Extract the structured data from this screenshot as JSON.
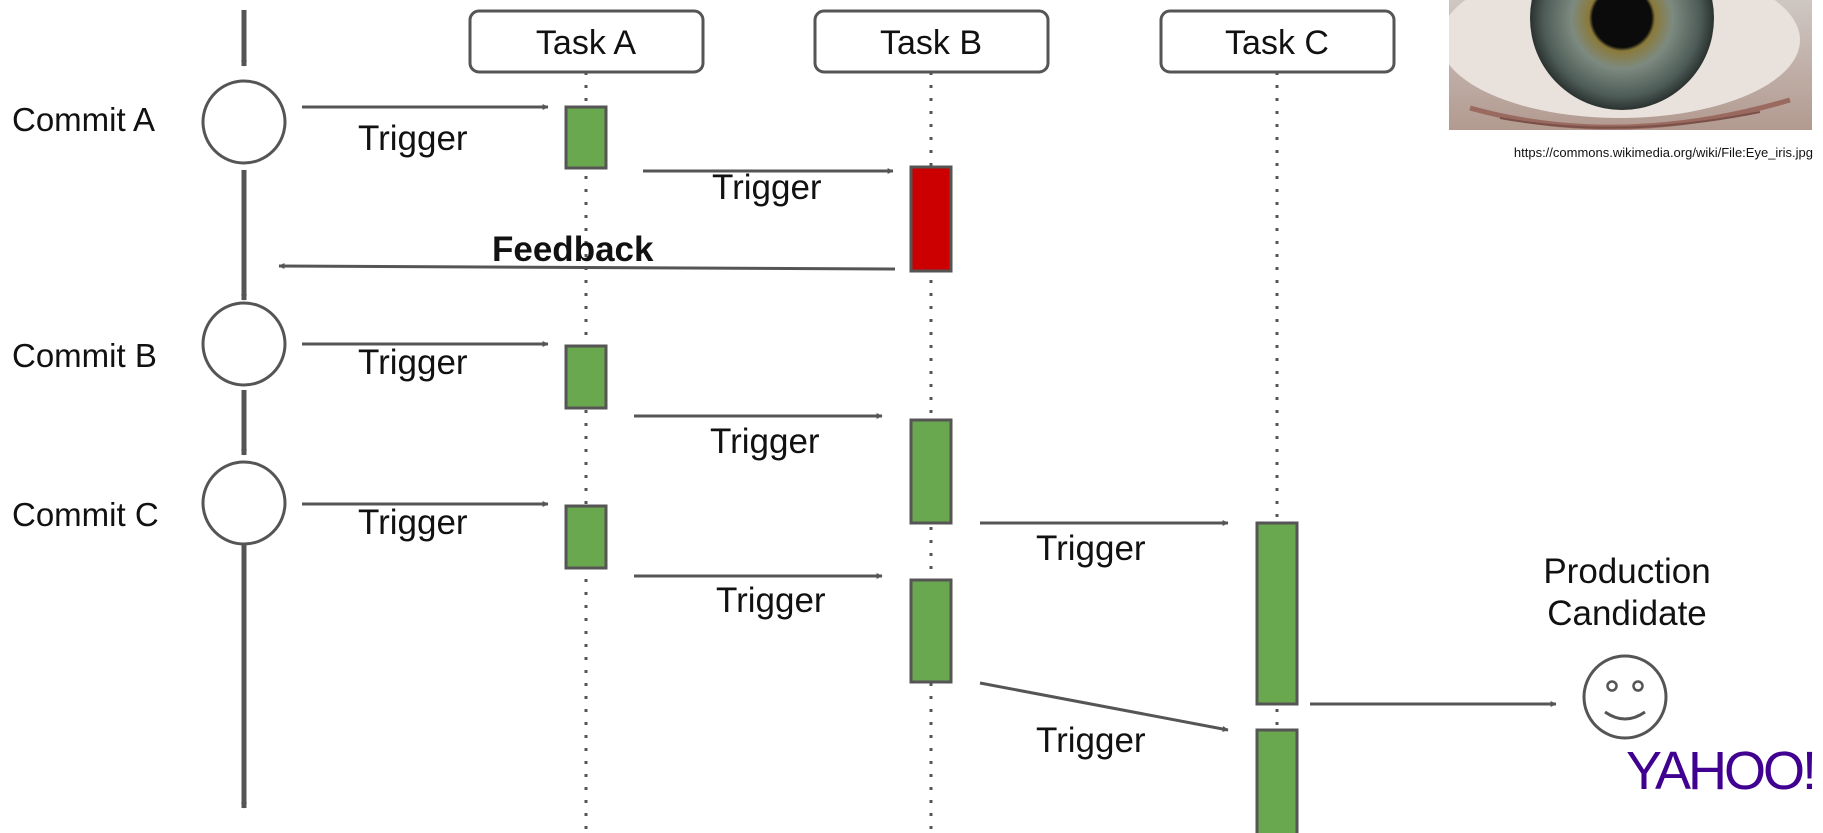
{
  "tasks": {
    "a": "Task A",
    "b": "Task B",
    "c": "Task C"
  },
  "commits": {
    "a": "Commit A",
    "b": "Commit B",
    "c": "Commit C"
  },
  "arrows": {
    "trigger_1": "Trigger",
    "trigger_2": "Trigger",
    "feedback": "Feedback",
    "trigger_3": "Trigger",
    "trigger_4": "Trigger",
    "trigger_5": "Trigger",
    "trigger_6": "Trigger",
    "trigger_7": "Trigger",
    "trigger_8": "Trigger"
  },
  "production_candidate": {
    "line1": "Production",
    "line2": "Candidate"
  },
  "image_credit": "https://commons.wikimedia.org/wiki/File:Eye_iris.jpg",
  "logo_text": "YAHOO!",
  "icons": [
    "eye-iris-photo",
    "smiley-face-icon",
    "yahoo-logo"
  ],
  "colors": {
    "pass": "#6aa84f",
    "fail": "#cc0000",
    "line": "#555555",
    "logo": "#400090"
  }
}
